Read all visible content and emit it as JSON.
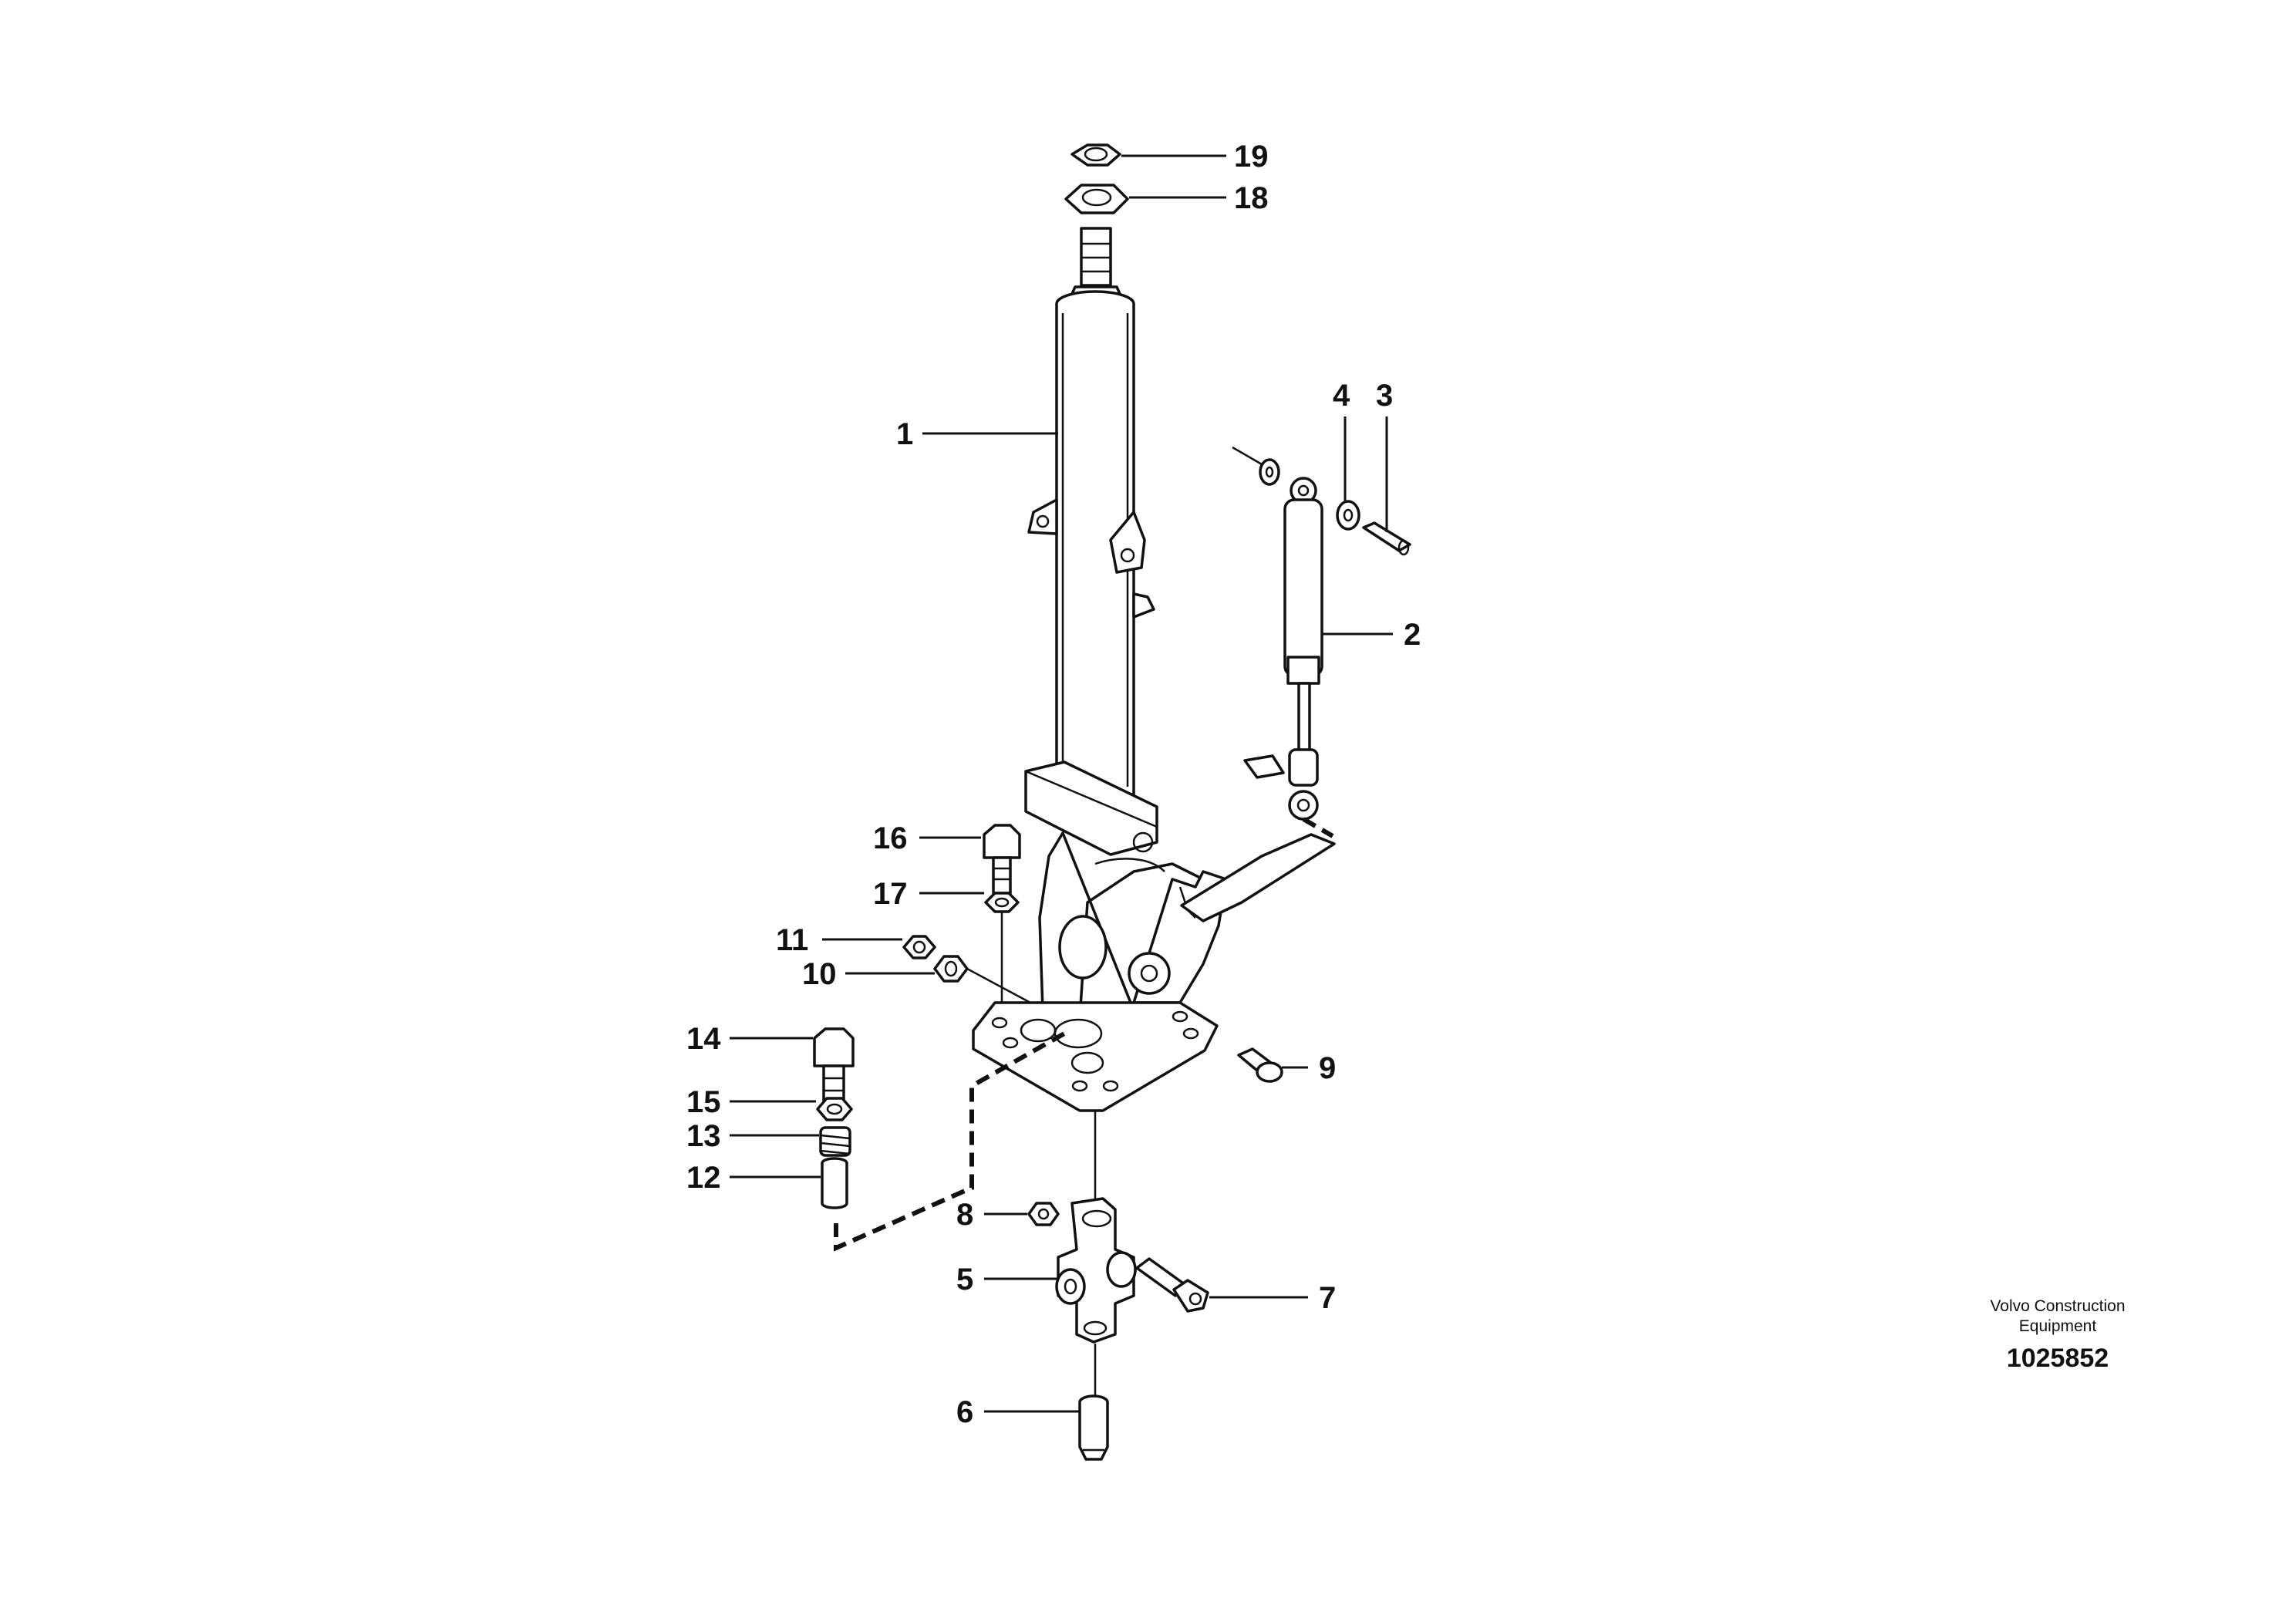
{
  "brand": {
    "line1": "Volvo Construction",
    "line2": "Equipment"
  },
  "drawing_number": "1025852",
  "callouts": [
    {
      "id": "1",
      "text": "1"
    },
    {
      "id": "2",
      "text": "2"
    },
    {
      "id": "3",
      "text": "3"
    },
    {
      "id": "4",
      "text": "4"
    },
    {
      "id": "5",
      "text": "5"
    },
    {
      "id": "6",
      "text": "6"
    },
    {
      "id": "7",
      "text": "7"
    },
    {
      "id": "8",
      "text": "8"
    },
    {
      "id": "9",
      "text": "9"
    },
    {
      "id": "10",
      "text": "10"
    },
    {
      "id": "11",
      "text": "11"
    },
    {
      "id": "12",
      "text": "12"
    },
    {
      "id": "13",
      "text": "13"
    },
    {
      "id": "14",
      "text": "14"
    },
    {
      "id": "15",
      "text": "15"
    },
    {
      "id": "16",
      "text": "16"
    },
    {
      "id": "17",
      "text": "17"
    },
    {
      "id": "18",
      "text": "18"
    },
    {
      "id": "19",
      "text": "19"
    }
  ]
}
